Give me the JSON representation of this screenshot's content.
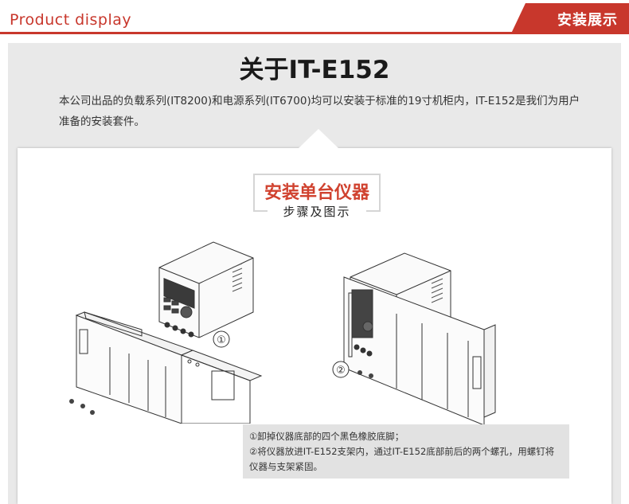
{
  "header": {
    "title": "Product display",
    "tag": "安装展示"
  },
  "main": {
    "title": "关于IT-E152",
    "intro": "本公司出品的负载系列(IT8200)和电源系列(IT6700)均可以安装于标准的19寸机柜内，IT-E152是我们为用户准备的安装套件。"
  },
  "section": {
    "title": "安装单台仪器",
    "subtitle": "步骤及图示"
  },
  "figures": {
    "step1_label": "①",
    "step2_label": "②"
  },
  "notes": {
    "line1": "①卸掉仪器底部的四个黑色橡胶底脚；",
    "line2": "②将仪器放进IT-E152支架内，通过IT-E152底部前后的两个螺孔，用螺钉将仪器与支架紧固。"
  },
  "colors": {
    "accent": "#c8372c",
    "section_title": "#d0422f",
    "panel_bg": "#e9e9e9"
  }
}
